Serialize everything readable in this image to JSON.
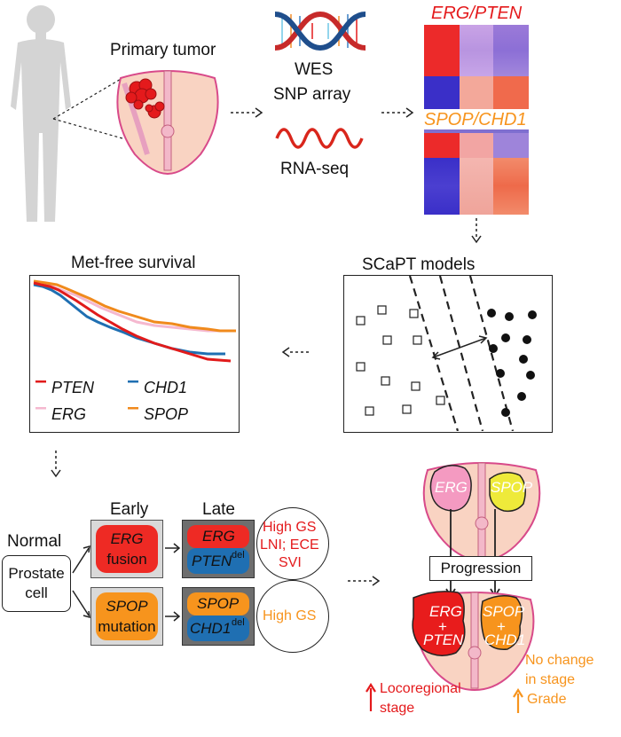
{
  "top": {
    "primary_tumor": "Primary tumor",
    "wes": "WES",
    "snp": "SNP array",
    "rnaseq": "RNA-seq",
    "heat1_title": "ERG/PTEN",
    "heat2_title": "SPOP/CHD1"
  },
  "survival": {
    "title": "Met-free survival",
    "legend": [
      "PTEN",
      "CHD1",
      "ERG",
      "SPOP"
    ],
    "colors": {
      "PTEN": "#e11b1b",
      "CHD1": "#1f6fb2",
      "ERG": "#f5b8cf",
      "SPOP": "#f08a1c"
    }
  },
  "scapt": {
    "title": "SCaPT models"
  },
  "progression_model": {
    "col_early": "Early",
    "col_late": "Late",
    "normal": "Normal",
    "prostate_cell": "Prostate cell",
    "erg": "ERG",
    "fusion": "fusion",
    "pten": "PTEN",
    "del": "del",
    "spop": "SPOP",
    "mutation": "mutation",
    "chd1": "CHD1",
    "outcome_erg": [
      "High GS",
      "LNI; ECE",
      "SVI"
    ],
    "outcome_spop": "High GS"
  },
  "right_model": {
    "erg": "ERG",
    "spop": "SPOP",
    "progression": "Progression",
    "plus": "+",
    "pten": "PTEN",
    "chd1": "CHD1",
    "locoregional": "Locoregional",
    "stage": "stage",
    "no_change": "No change",
    "in_stage": "in stage",
    "grade": "Grade"
  },
  "colors": {
    "red": "#e41a1c",
    "orange": "#f7941d",
    "blue": "#1f6fb2",
    "pink": "#f4b6c2",
    "yellow": "#f2ee3a"
  }
}
